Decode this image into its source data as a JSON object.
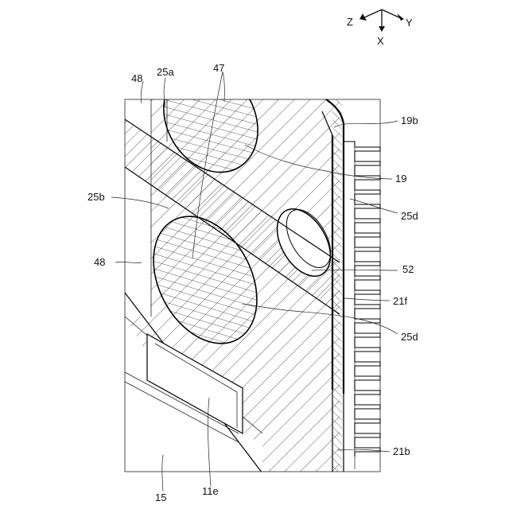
{
  "axes": {
    "z": "Z",
    "y": "Y",
    "x": "X"
  },
  "labels": {
    "l48_top": "48",
    "l25a": "25a",
    "l47": "47",
    "l19b": "19b",
    "l19": "19",
    "l25d_top": "25d",
    "l25b": "25b",
    "l48_mid": "48",
    "l52": "52",
    "l21f": "21f",
    "l25d_bot": "25d",
    "l21b": "21b",
    "l15": "15",
    "l11e": "11e"
  }
}
